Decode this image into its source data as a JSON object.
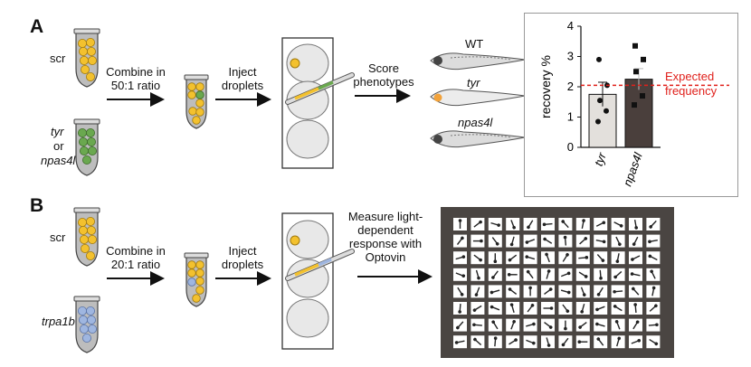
{
  "panel_a": {
    "letter": "A",
    "scr_label": "scr",
    "tyr_label": "tyr",
    "or_label": "or",
    "npas4l_label": "npas4l",
    "combine_line1": "Combine in",
    "combine_line2": "50:1 ratio",
    "inject_line1": "Inject",
    "inject_line2": "droplets",
    "score_line1": "Score",
    "score_line2": "phenotypes",
    "fish_labels": [
      "WT",
      "tyr",
      "npas4l"
    ]
  },
  "panel_b": {
    "letter": "B",
    "scr_label": "scr",
    "trpa1b_label": "trpa1b",
    "combine_line1": "Combine in",
    "combine_line2": "20:1 ratio",
    "inject_line1": "Inject",
    "inject_line2": "droplets",
    "measure_lines": [
      "Measure light-",
      "dependent",
      "response with",
      "Optovin"
    ],
    "grid_rows": 8,
    "grid_cols": 12
  },
  "colors": {
    "yellow_bead": "#f3c12e",
    "green_bead": "#6aa84f",
    "blue_bead": "#9fb6e0",
    "tyr_bar": "#e3e0dc",
    "npas4l_bar": "#4a3f3c",
    "expected_line": "#e0201b",
    "grid_bg": "#4a4542"
  },
  "chart_data": {
    "type": "bar",
    "categories": [
      "tyr",
      "npas4l"
    ],
    "values": [
      1.75,
      2.25
    ],
    "errors": [
      0.4,
      0.35
    ],
    "points": [
      [
        2.9,
        2.05,
        1.55,
        1.2,
        0.85
      ],
      [
        3.35,
        2.9,
        2.5,
        1.7,
        1.4
      ]
    ],
    "ylabel": "recovery %",
    "ylim": [
      0,
      4
    ],
    "yticks": [
      "0",
      "1",
      "2",
      "3",
      "4"
    ],
    "expected_value": 2.05,
    "expected_label_line1": "Expected",
    "expected_label_line2": "frequency"
  }
}
